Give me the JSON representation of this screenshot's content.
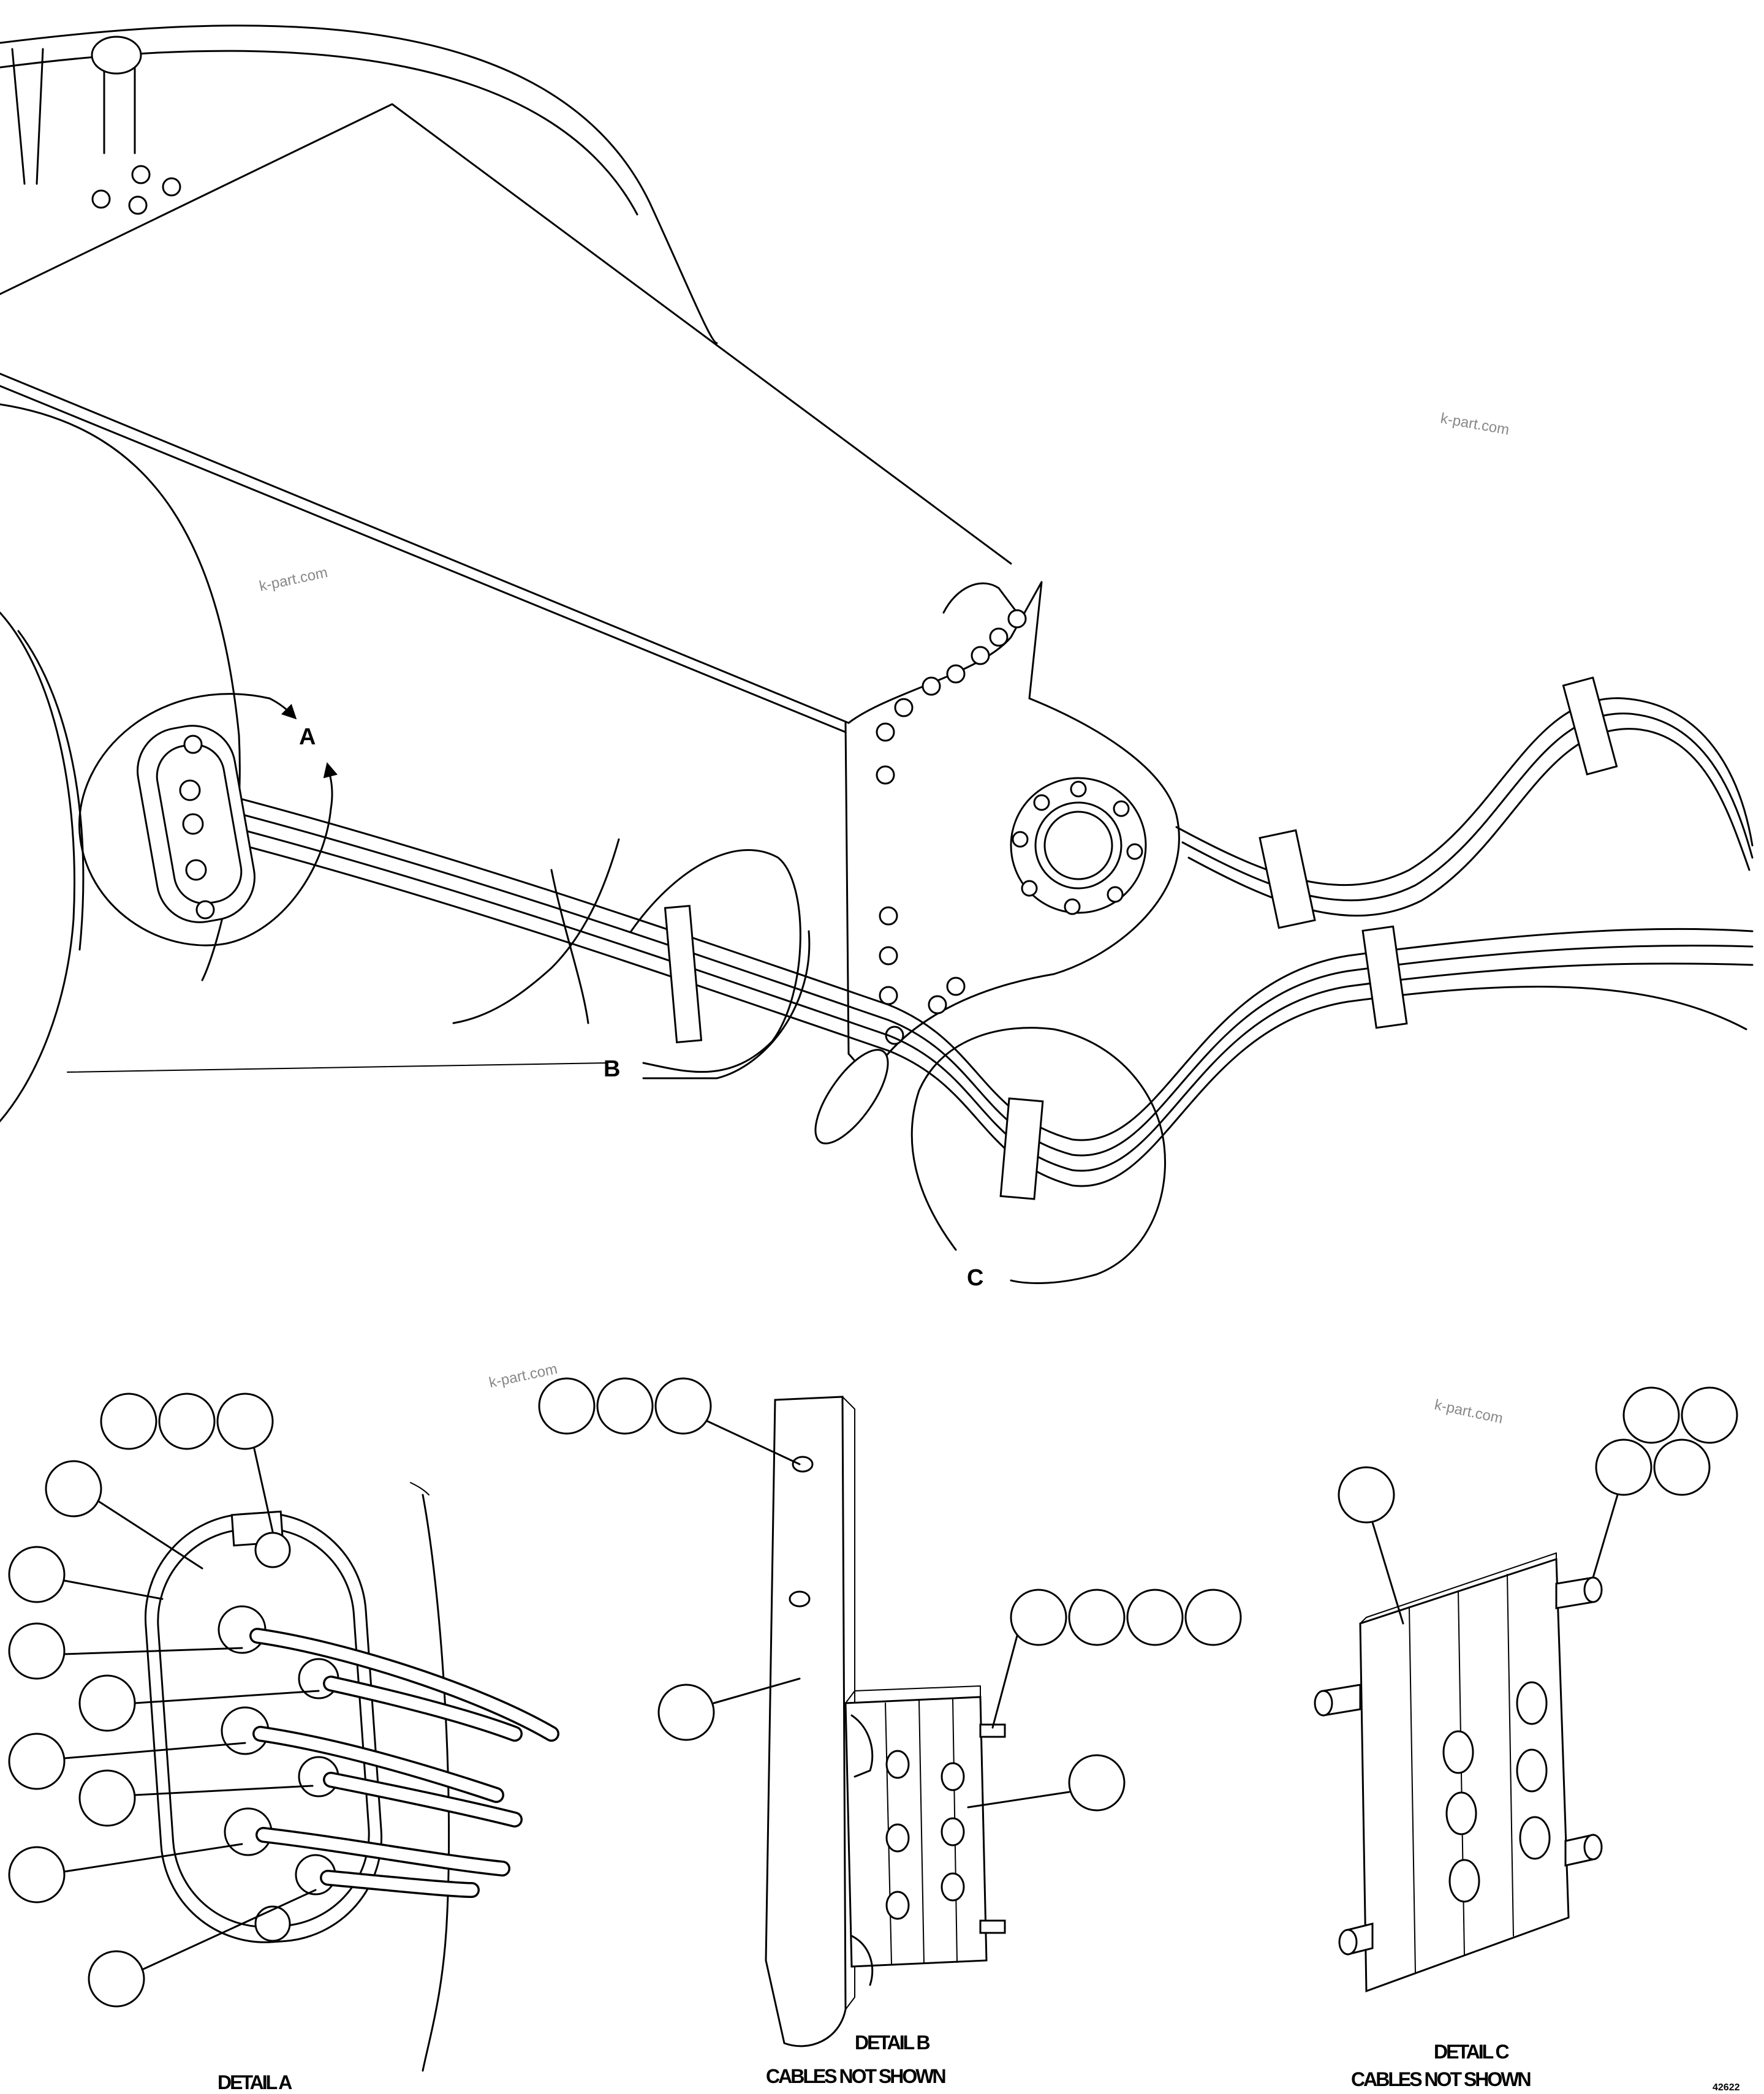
{
  "overview": {
    "detail_markers": [
      "A",
      "B",
      "C"
    ]
  },
  "captions": {
    "detail_a": "DETAIL A",
    "detail_b": "DETAIL B",
    "detail_b_note": "CABLES NOT SHOWN",
    "detail_c": "DETAIL C",
    "detail_c_note": "CABLES NOT SHOWN"
  },
  "watermark": "k-part.com",
  "figure_number": "42622"
}
